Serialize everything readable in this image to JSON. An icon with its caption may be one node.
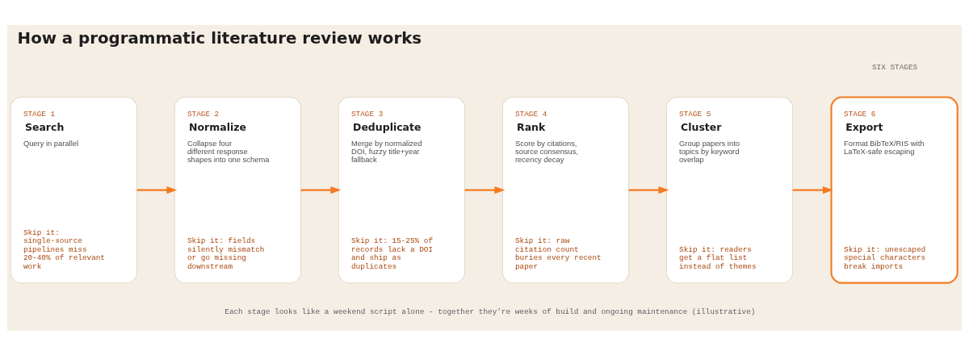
{
  "diagram": {
    "title": "How a programmatic literature review works",
    "caption": "Each stage looks like a weekend script alone - together they're weeks of build and ongoing maintenance (illustrative)",
    "nodes": [
      {
        "text": [
          "STAGE 1",
          "Search",
          "Query in parallel",
          "Skip it: single-source pipelines miss 20-40% of relevant work"
        ]
      },
      {
        "text": [
          "STAGE 2",
          "Normalize",
          "Collapse four different response shapes into one schema",
          "Skip it: fields silently mismatch or go missing downstream"
        ]
      },
      {
        "text": [
          "STAGE 3",
          "Deduplicate",
          "Merge by normalized DOI, fuzzy title+year fallback",
          "Skip it: 15-25% of records lack a DOI and ship as duplicates"
        ]
      },
      {
        "text": [
          "STAGE 4",
          "Rank",
          "Score by citations, source consensus, recency decay",
          "Skip it: raw citation count buries every recent paper"
        ]
      },
      {
        "text": [
          "STAGE 5",
          "Cluster",
          "Group papers into topics by keyword overlap",
          "Skip it: readers get a flat list instead of themes"
        ]
      },
      {
        "text": [
          "STAGE 6",
          "Export",
          "Format BibTeX/RIS with LaTeX-safe escaping",
          "Skip it: unescaped special characters break imports"
        ]
      }
    ],
    "edges": [
      {
        "from": 0,
        "to": 1,
        "arrow": "to"
      },
      {
        "from": 1,
        "to": 2,
        "arrow": "to"
      },
      {
        "from": 2,
        "to": 3,
        "arrow": "to"
      },
      {
        "from": 3,
        "to": 4,
        "arrow": "to"
      },
      {
        "from": 4,
        "to": 5,
        "arrow": "to"
      }
    ],
    "labels": [
      "SIX STAGES"
    ]
  }
}
